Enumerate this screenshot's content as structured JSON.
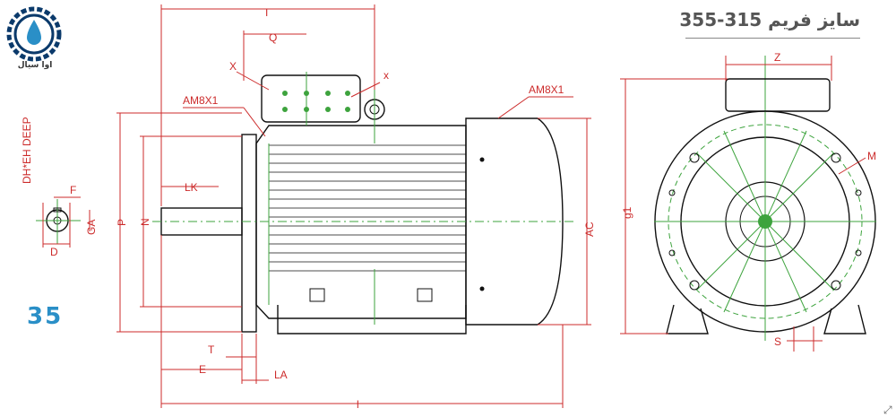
{
  "header": {
    "title": "سایز فریم  315-355",
    "page_number": "35",
    "brand_name": "اوا سیال"
  },
  "colors": {
    "dimension": "#cc2b2b",
    "centerline": "#3da33d",
    "outline": "#111111",
    "page_number": "#2a8fc7",
    "logo_ring": "#0b3a6b",
    "logo_drop": "#2a8fc7"
  },
  "icons": {
    "logo": "gear-water-drop-icon",
    "resize": "resize-arrow-icon"
  },
  "labels": {
    "shaft_detail_note": "DH*EH DEEP",
    "shaft_F": "F",
    "shaft_GA": "GA",
    "shaft_D": "D",
    "side_I_top": "I",
    "side_Q": "Q",
    "side_X_left": "X",
    "side_x_right": "x",
    "side_AM_left": "AM8X1",
    "side_AM_right": "AM8X1",
    "side_LK": "LK",
    "side_P": "P",
    "side_N": "N",
    "side_AC": "AC",
    "side_T": "T",
    "side_E": "E",
    "side_LA": "LA",
    "side_l_bottom": "l",
    "end_Z": "Z",
    "end_g1": "g1",
    "end_M": "M",
    "end_S": "S"
  }
}
